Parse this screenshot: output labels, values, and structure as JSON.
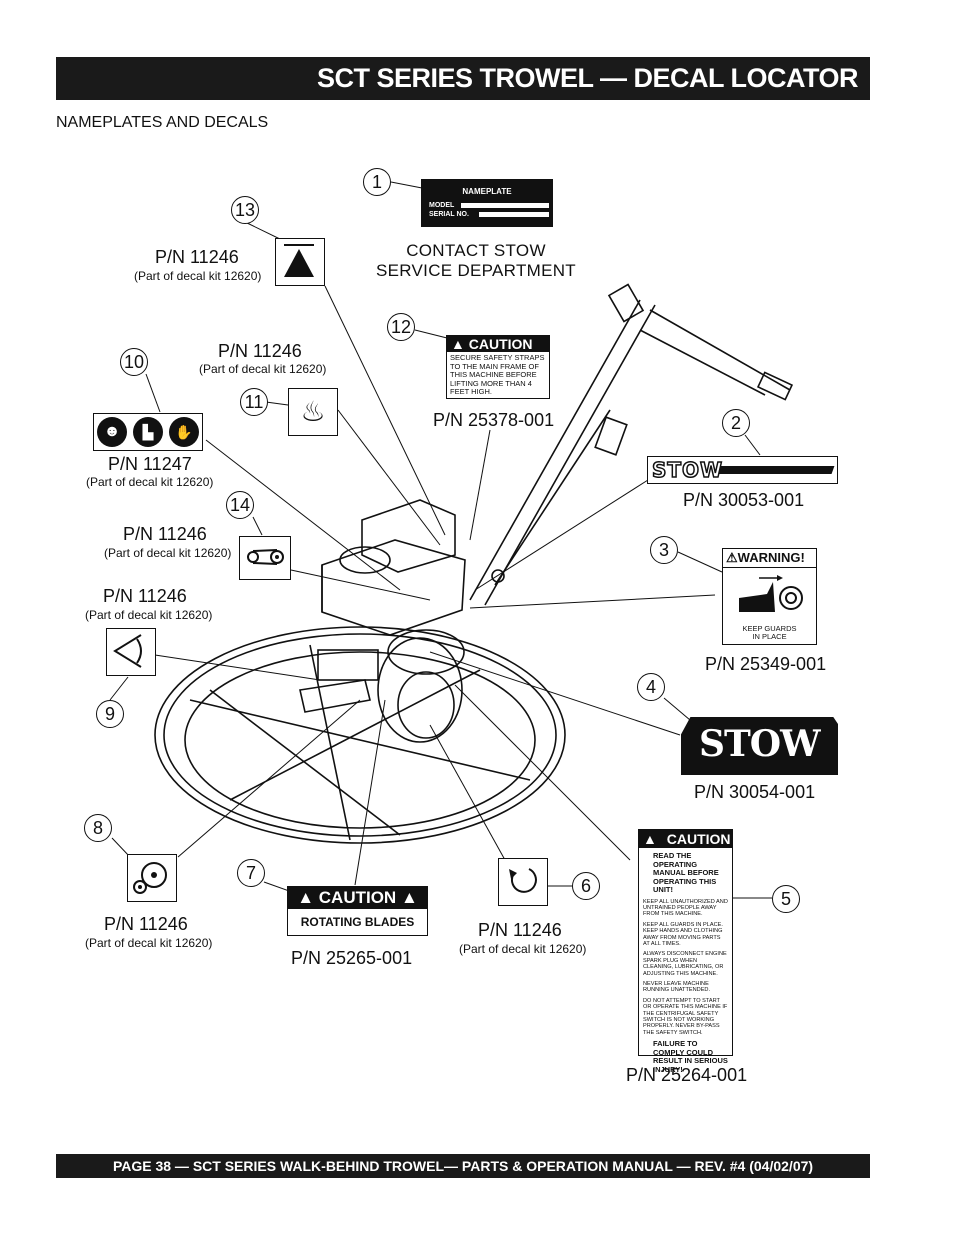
{
  "header": {
    "title": "SCT SERIES TROWEL —   DECAL LOCATOR"
  },
  "subtitle": "NAMEPLATES AND DECALS",
  "footer": "PAGE 38 — SCT SERIES WALK-BEHIND TROWEL— PARTS & OPERATION MANUAL — REV. #4 (04/02/07)",
  "nameplate": {
    "title": "NAMEPLATE",
    "model": "MODEL",
    "serial": "SERIAL NO."
  },
  "contact": {
    "line1": "CONTACT STOW",
    "line2": "SERVICE DEPARTMENT"
  },
  "decals": {
    "d1": {
      "num": "1"
    },
    "d2": {
      "num": "2",
      "pn": "P/N 30053-001",
      "logo": "STOW"
    },
    "d3": {
      "num": "3",
      "pn": "P/N 25349-001",
      "header": "WARNING!",
      "text": "KEEP GUARDS IN PLACE"
    },
    "d4": {
      "num": "4",
      "pn": "P/N 30054-001",
      "logo": "STOW"
    },
    "d5": {
      "num": "5",
      "pn": "P/N 25264-001",
      "header": "CAUTION",
      "lines": [
        "READ THE OPERATING MANUAL BEFORE OPERATING THIS UNIT!",
        "KEEP ALL UNAUTHORIZED AND UNTRAINED PEOPLE AWAY FROM THIS MACHINE.",
        "KEEP ALL GUARDS IN PLACE. KEEP HANDS AND CLOTHING AWAY FROM MOVING PARTS AT ALL TIMES.",
        "ALWAYS DISCONNECT ENGINE SPARK PLUG WHEN CLEANING, LUBRICATING, OR ADJUSTING THIS MACHINE.",
        "NEVER LEAVE MACHINE RUNNING UNATTENDED.",
        "DO NOT ATTEMPT TO START OR OPERATE THIS MACHINE IF THE CENTRIFUGAL SAFETY SWITCH IS NOT WORKING PROPERLY. NEVER BY-PASS THE SAFETY SWITCH.",
        "FAILURE TO COMPLY COULD RESULT IN SERIOUS INJURY!"
      ]
    },
    "d6": {
      "num": "6",
      "pn": "P/N 11246",
      "kit": "(Part of decal kit 12620)"
    },
    "d7": {
      "num": "7",
      "pn": "P/N 25265-001",
      "header": "CAUTION",
      "text": "ROTATING BLADES"
    },
    "d8": {
      "num": "8",
      "pn": "P/N 11246",
      "kit": "(Part of decal kit 12620)"
    },
    "d9": {
      "num": "9",
      "pn": "P/N 11246",
      "kit": "(Part of decal kit 12620)"
    },
    "d10": {
      "num": "10",
      "pn": "P/N 11247",
      "kit": "(Part of decal kit 12620)"
    },
    "d11": {
      "num": "11",
      "pn": "P/N 11246",
      "kit": "(Part of decal kit 12620)"
    },
    "d12": {
      "num": "12",
      "pn": "P/N 25378-001",
      "header": "CAUTION",
      "text": "SECURE SAFETY STRAPS TO THE MAIN FRAME OF THIS MACHINE BEFORE LIFTING MORE THAN 4 FEET HIGH."
    },
    "d13": {
      "num": "13",
      "pn": "P/N 11246",
      "kit": "(Part of decal kit 12620)"
    },
    "d14": {
      "num": "14",
      "pn": "P/N 11246",
      "kit": "(Part of decal kit 12620)"
    }
  }
}
